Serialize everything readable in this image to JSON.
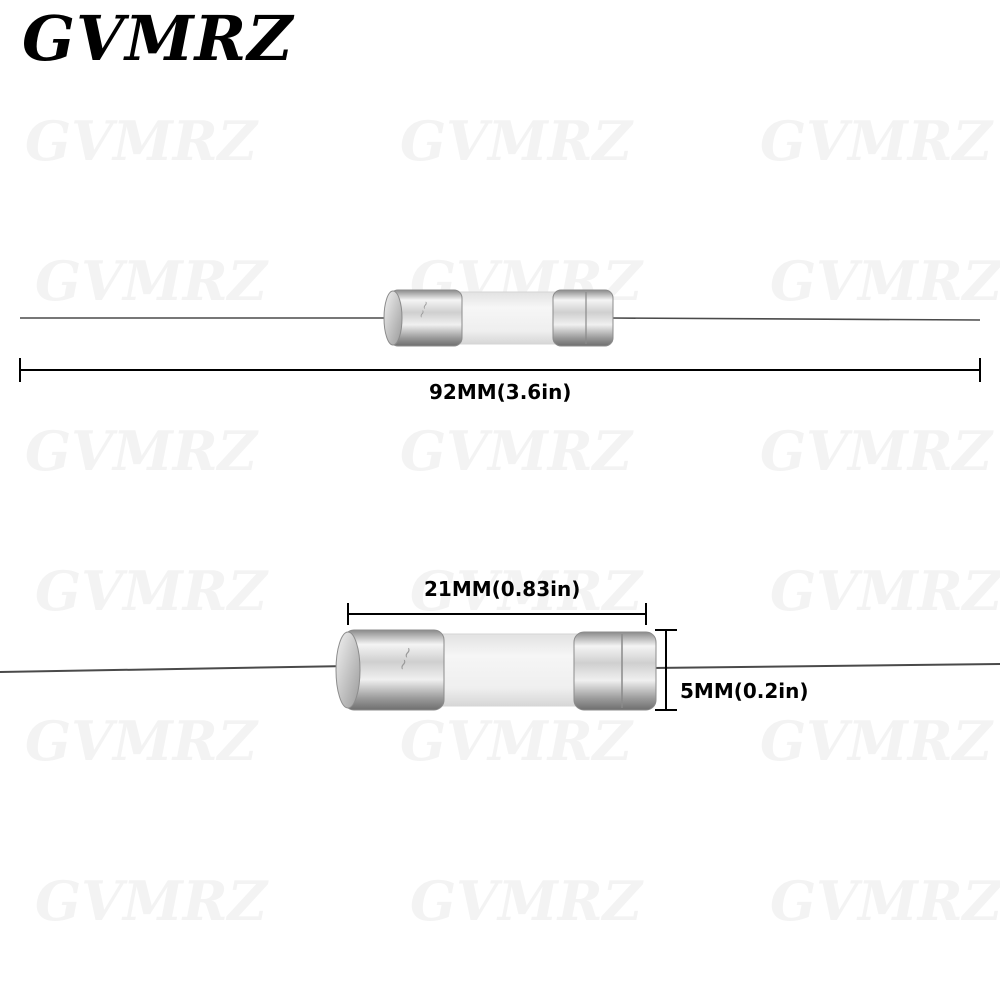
{
  "brand": {
    "name": "GVMRZ",
    "watermark_text": "GVMRZ"
  },
  "dimensions": {
    "overall_length": "92MM(3.6in)",
    "body_length": "21MM(0.83in)",
    "diameter": "5MM(0.2in)"
  },
  "subject": {
    "icon": "axial-glass-cartridge-fuse",
    "count": 2
  },
  "colors": {
    "brand_text": "#000000",
    "dimension_lines": "#000000",
    "watermark": "#f4f4f4",
    "ceramic_body": "#f1f1f1",
    "metal_cap": "#c9c9c9",
    "lead_wire": "#555555"
  }
}
